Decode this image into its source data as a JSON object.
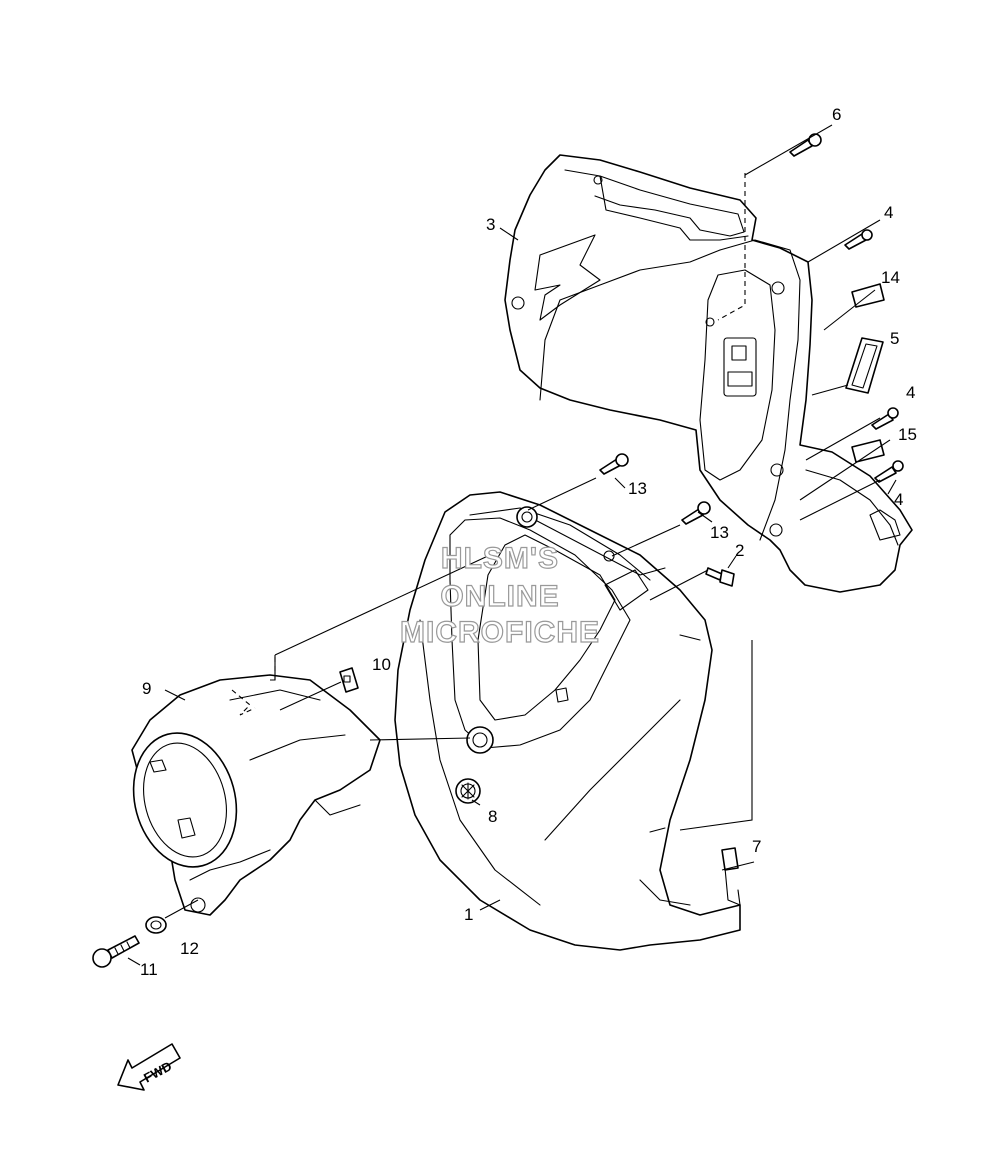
{
  "watermark": {
    "line1": "HLSM'S",
    "line2": "ONLINE",
    "line3": "MICROFICHE"
  },
  "direction_label": "FWD",
  "callouts": [
    {
      "id": "c6",
      "label": "6"
    },
    {
      "id": "c4a",
      "label": "4"
    },
    {
      "id": "c14",
      "label": "14"
    },
    {
      "id": "c3",
      "label": "3"
    },
    {
      "id": "c5",
      "label": "5"
    },
    {
      "id": "c4b",
      "label": "4"
    },
    {
      "id": "c15",
      "label": "15"
    },
    {
      "id": "c4c",
      "label": "4"
    },
    {
      "id": "c13a",
      "label": "13"
    },
    {
      "id": "c13b",
      "label": "13"
    },
    {
      "id": "c2",
      "label": "2"
    },
    {
      "id": "c10",
      "label": "10"
    },
    {
      "id": "c9",
      "label": "9"
    },
    {
      "id": "c8",
      "label": "8"
    },
    {
      "id": "c7",
      "label": "7"
    },
    {
      "id": "c1",
      "label": "1"
    },
    {
      "id": "c12",
      "label": "12"
    },
    {
      "id": "c11",
      "label": "11"
    }
  ]
}
